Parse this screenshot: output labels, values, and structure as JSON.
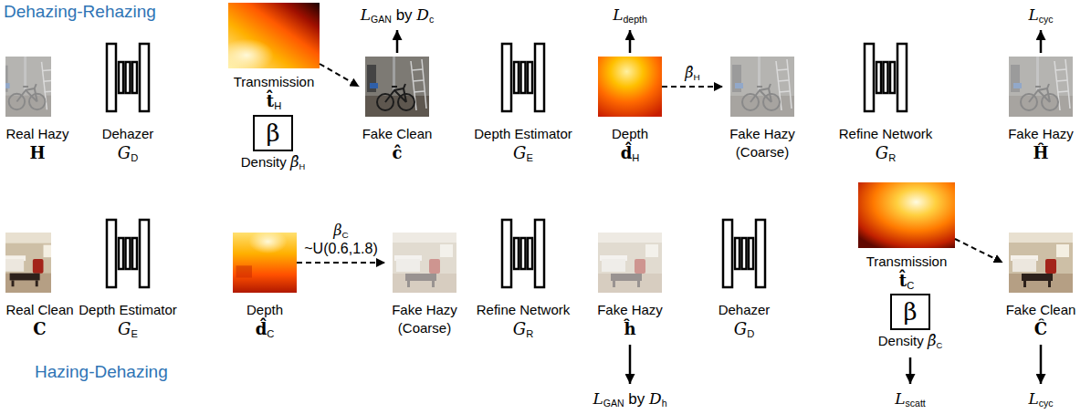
{
  "diagram": {
    "nodes": [
      {
        "text": [
          "Real Hazy",
          "H"
        ]
      },
      {
        "text": [
          "Dehazer",
          "GD"
        ]
      },
      {
        "text": [
          "Transmission",
          "t̂H"
        ]
      },
      {
        "text": [
          "β",
          "Density β̂H"
        ]
      },
      {
        "text": [
          "Fake Clean",
          "ĉ"
        ]
      },
      {
        "text": [
          "Depth Estimator",
          "GE"
        ]
      },
      {
        "text": [
          "Depth",
          "d̂H"
        ]
      },
      {
        "text": [
          "Fake Hazy (Coarse)"
        ]
      },
      {
        "text": [
          "Refine Network",
          "GR"
        ]
      },
      {
        "text": [
          "Fake Hazy",
          "Ĥ"
        ]
      },
      {
        "text": [
          "Real Clean",
          "C"
        ]
      },
      {
        "text": [
          "Depth Estimator",
          "GE"
        ]
      },
      {
        "text": [
          "Depth",
          "d̂C"
        ]
      },
      {
        "text": [
          "Fake Hazy (Coarse)"
        ]
      },
      {
        "text": [
          "Refine Network",
          "GR"
        ]
      },
      {
        "text": [
          "Fake Hazy",
          "ĥ"
        ]
      },
      {
        "text": [
          "Dehazer",
          "GD"
        ]
      },
      {
        "text": [
          "Transmission",
          "t̂C"
        ]
      },
      {
        "text": [
          "β",
          "Density β̂C"
        ]
      },
      {
        "text": [
          "Fake Clean",
          "Ĉ"
        ]
      }
    ],
    "edges": [
      {
        "from": 2,
        "to": 4,
        "arrow": "to"
      },
      {
        "from": 6,
        "to": 7,
        "label": "β̂H",
        "arrow": "to"
      },
      {
        "from": 12,
        "to": 13,
        "label": "βC ~U(0.6,1.8)",
        "arrow": "to"
      },
      {
        "from": 17,
        "to": 19,
        "arrow": "to"
      }
    ],
    "labels": [
      "Dehazing-Rehazing",
      "LGAN by Dc",
      "Ldepth",
      "Lcyc",
      "Hazing-Dehazing",
      "LGAN by Dh",
      "Lscatt",
      "Lcyc"
    ]
  }
}
